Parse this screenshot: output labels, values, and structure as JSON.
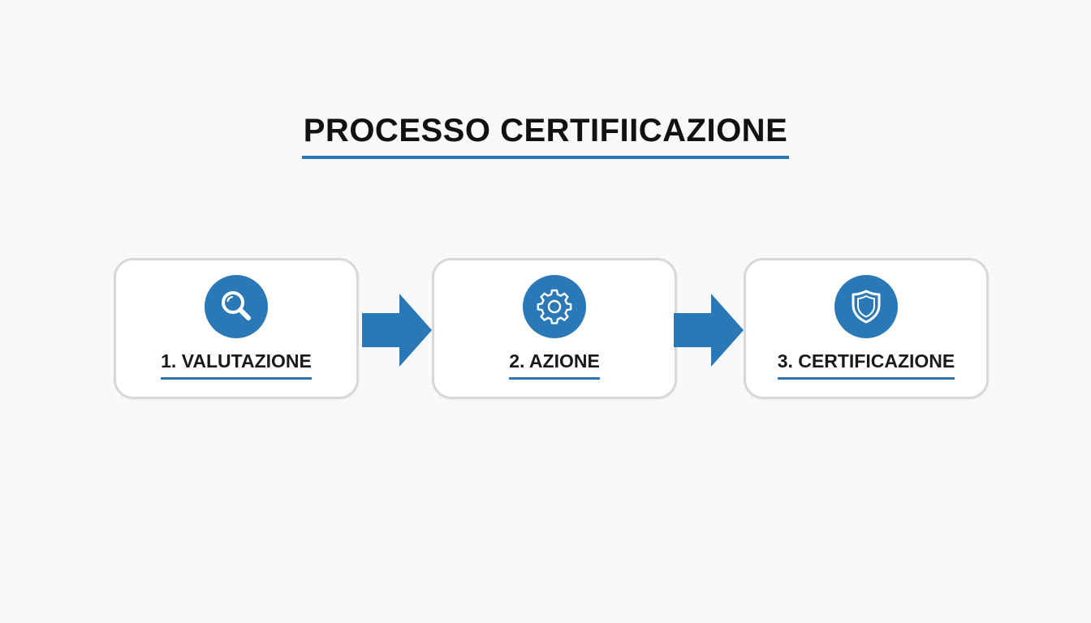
{
  "title": "PROCESSO CERTIFIICAZIONE",
  "accent_color": "#2b78b6",
  "steps": [
    {
      "label": "1. VALUTAZIONE",
      "icon": "magnifier-icon"
    },
    {
      "label": "2. AZIONE",
      "icon": "gear-icon"
    },
    {
      "label": "3. CERTIFICAZIONE",
      "icon": "shield-icon"
    }
  ]
}
